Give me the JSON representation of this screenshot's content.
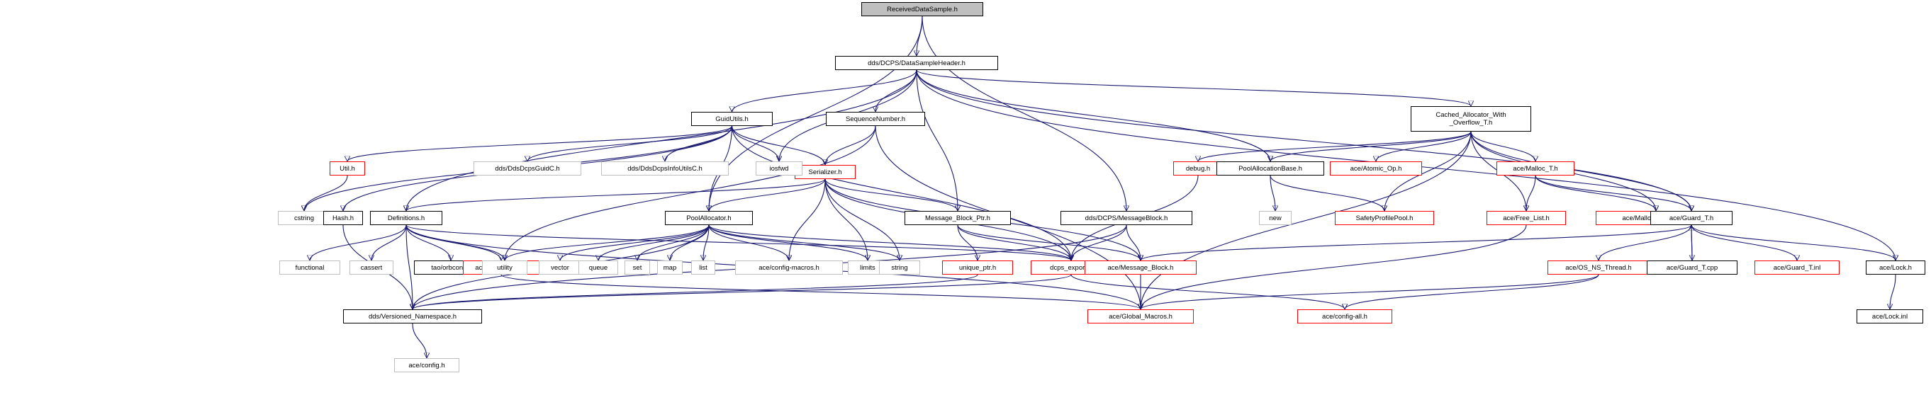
{
  "colors": {
    "edge": "#191970",
    "border_default": "#000000",
    "border_red": "#ff0000",
    "border_grey": "#bfbfbf",
    "root_fill": "#bfbfbf"
  },
  "nodes": [
    {
      "id": "root",
      "label": "ReceivedDataSample.h",
      "style": "root"
    },
    {
      "id": "dsh",
      "label": "dds/DCPS/DataSampleHeader.h",
      "style": "black"
    },
    {
      "id": "guid",
      "label": "GuidUtils.h",
      "style": "black"
    },
    {
      "id": "seqnum",
      "label": "SequenceNumber.h",
      "style": "black"
    },
    {
      "id": "cached",
      "label": "Cached_Allocator_With\n_Overflow_T.h",
      "style": "black"
    },
    {
      "id": "util",
      "label": "Util.h",
      "style": "red"
    },
    {
      "id": "guidc",
      "label": "dds/DdsDcpsGuidC.h",
      "style": "grey"
    },
    {
      "id": "infoutils",
      "label": "dds/DdsDcpsInfoUtilsC.h",
      "style": "grey"
    },
    {
      "id": "serializer",
      "label": "Serializer.h",
      "style": "red"
    },
    {
      "id": "iosfwd",
      "label": "iosfwd",
      "style": "grey"
    },
    {
      "id": "debug",
      "label": "debug.h",
      "style": "red"
    },
    {
      "id": "poolallocbase",
      "label": "PoolAllocationBase.h",
      "style": "black"
    },
    {
      "id": "atomic",
      "label": "ace/Atomic_Op.h",
      "style": "red"
    },
    {
      "id": "malloct",
      "label": "ace/Malloc_T.h",
      "style": "red"
    },
    {
      "id": "cstring",
      "label": "cstring",
      "style": "grey"
    },
    {
      "id": "hash",
      "label": "Hash.h",
      "style": "black"
    },
    {
      "id": "defs",
      "label": "Definitions.h",
      "style": "black"
    },
    {
      "id": "poolalloc",
      "label": "PoolAllocator.h",
      "style": "black"
    },
    {
      "id": "mbptr",
      "label": "Message_Block_Ptr.h",
      "style": "black"
    },
    {
      "id": "msgblock",
      "label": "dds/DCPS/MessageBlock.h",
      "style": "black"
    },
    {
      "id": "new",
      "label": "new",
      "style": "grey"
    },
    {
      "id": "safety",
      "label": "SafetyProfilePool.h",
      "style": "red"
    },
    {
      "id": "freelist",
      "label": "ace/Free_List.h",
      "style": "red"
    },
    {
      "id": "mallocalloc",
      "label": "ace/Malloc_Allocator.h",
      "style": "red"
    },
    {
      "id": "guardt",
      "label": "ace/Guard_T.h",
      "style": "black"
    },
    {
      "id": "functional",
      "label": "functional",
      "style": "grey"
    },
    {
      "id": "cassert",
      "label": "cassert",
      "style": "grey"
    },
    {
      "id": "orbconf",
      "label": "tao/orbconf.h",
      "style": "black"
    },
    {
      "id": "nullmutex",
      "label": "ace/Null_Mutex.h",
      "style": "red"
    },
    {
      "id": "utility",
      "label": "utility",
      "style": "grey"
    },
    {
      "id": "vector",
      "label": "vector",
      "style": "grey"
    },
    {
      "id": "queue",
      "label": "queue",
      "style": "grey"
    },
    {
      "id": "set",
      "label": "set",
      "style": "grey"
    },
    {
      "id": "map",
      "label": "map",
      "style": "grey"
    },
    {
      "id": "list",
      "label": "list",
      "style": "grey"
    },
    {
      "id": "configmacros",
      "label": "ace/config-macros.h",
      "style": "grey"
    },
    {
      "id": "limits",
      "label": "limits",
      "style": "grey"
    },
    {
      "id": "string",
      "label": "string",
      "style": "grey"
    },
    {
      "id": "uniqueptr",
      "label": "unique_ptr.h",
      "style": "red"
    },
    {
      "id": "dcpsexport",
      "label": "dcps_export.h",
      "style": "red"
    },
    {
      "id": "acemsgblock",
      "label": "ace/Message_Block.h",
      "style": "red"
    },
    {
      "id": "osnsthread",
      "label": "ace/OS_NS_Thread.h",
      "style": "red"
    },
    {
      "id": "guardtcpp",
      "label": "ace/Guard_T.cpp",
      "style": "black"
    },
    {
      "id": "guardtinl",
      "label": "ace/Guard_T.inl",
      "style": "red"
    },
    {
      "id": "lockh",
      "label": "ace/Lock.h",
      "style": "black"
    },
    {
      "id": "versioned",
      "label": "dds/Versioned_Namespace.h",
      "style": "black"
    },
    {
      "id": "globalmacros",
      "label": "ace/Global_Macros.h",
      "style": "red"
    },
    {
      "id": "configall",
      "label": "ace/config-all.h",
      "style": "red"
    },
    {
      "id": "lockinl",
      "label": "ace/Lock.inl",
      "style": "black"
    },
    {
      "id": "config",
      "label": "ace/config.h",
      "style": "grey"
    }
  ]
}
